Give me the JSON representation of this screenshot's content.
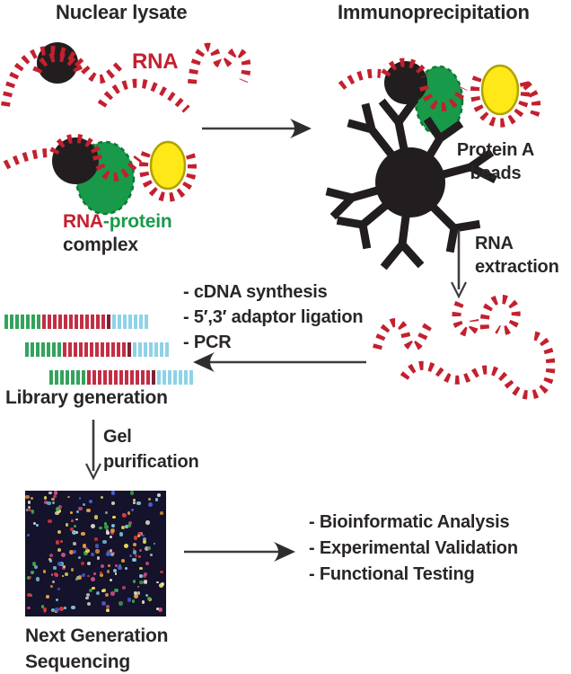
{
  "header": {
    "left_title": "Nuclear lysate",
    "right_title": "Immunoprecipitation"
  },
  "lysate": {
    "rna_label": "RNA",
    "complex_label_rna": "RNA",
    "complex_label_protein": "-protein",
    "complex_label_line2": "complex"
  },
  "ip": {
    "beads_label_line1": "Protein A",
    "beads_label_line2": "beads"
  },
  "extraction": {
    "line1": "RNA",
    "line2": "extraction"
  },
  "library": {
    "steps": [
      "- cDNA synthesis",
      "- 5′,3′ adaptor ligation",
      "- PCR"
    ],
    "label": "Library generation"
  },
  "gel": {
    "line1": "Gel",
    "line2": "purification"
  },
  "sequencing": {
    "line1": "Next Generation",
    "line2": "Sequencing",
    "dot_count": 225,
    "dot_colors": [
      "#3fae49",
      "#d93a3a",
      "#f5e653",
      "#4a5fd0",
      "#e8a33d",
      "#dcdccb",
      "#c94f8a",
      "#7ec9e0"
    ]
  },
  "outputs": {
    "items": [
      "- Bioinformatic Analysis",
      "- Experimental Validation",
      "- Functional Testing"
    ]
  },
  "colors": {
    "rna_red": "#c4202e",
    "protein_green": "#189a4a",
    "protein_green_dark": "#0c7a36",
    "protein_yellow": "#ffe818",
    "yellow_border": "#b0a100",
    "ink_black": "#221e1f",
    "arrow_gray": "#3d3d3d",
    "stripe_green": "#33a35c",
    "stripe_red": "#c22f45",
    "stripe_maroon": "#7e1f33",
    "stripe_blue": "#8ed2e8",
    "ngs_background": "#15122b",
    "text_color": "#2a2627"
  }
}
